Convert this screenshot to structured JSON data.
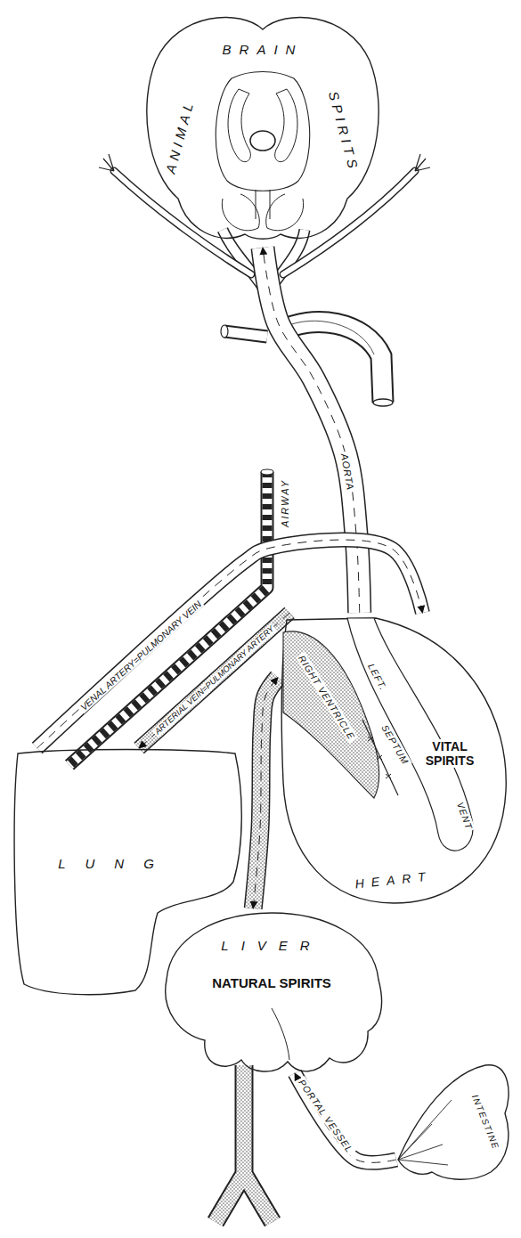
{
  "diagram": {
    "nodes": [
      {
        "text": [
          "BRAIN",
          "ANIMAL",
          "SPIRITS"
        ]
      },
      {
        "text": [
          "LUNG"
        ]
      },
      {
        "text": [
          "RIGHT VENTRICLE",
          "LEFT.",
          "SEPTUM",
          "VITAL SPIRITS",
          "VENT",
          "HEART"
        ]
      },
      {
        "text": [
          "LIVER",
          "NATURAL SPIRITS"
        ]
      },
      {
        "text": [
          "INTESTINE"
        ]
      }
    ],
    "edges": [
      {
        "from": 2,
        "to": 0,
        "label": "AORTA",
        "arrow": "to"
      },
      {
        "from": 1,
        "to": 2,
        "label": "VENAL ARTERY=PULMONARY VEIN",
        "arrow": "to"
      },
      {
        "from": 2,
        "to": 1,
        "label": "ARTERIAL VEIN=PULMONARY ARTERY",
        "arrow": "to"
      },
      {
        "from": 3,
        "to": 2,
        "arrow": "both"
      },
      {
        "from": 4,
        "to": 3,
        "label": "PORTAL VESSEL",
        "arrow": "to"
      }
    ],
    "labels": [
      "AIRWAY"
    ]
  }
}
